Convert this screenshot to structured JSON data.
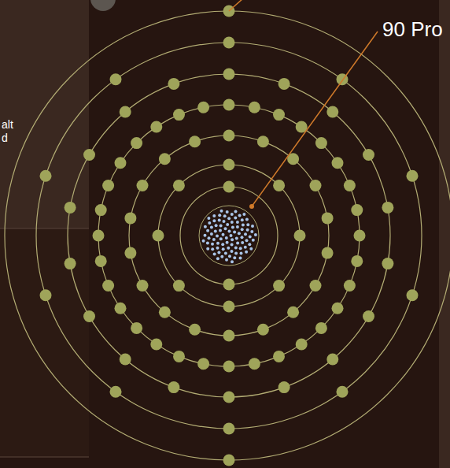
{
  "diagram": {
    "labels": [
      "90 Pro",
      "alt",
      "d"
    ]
  }
}
